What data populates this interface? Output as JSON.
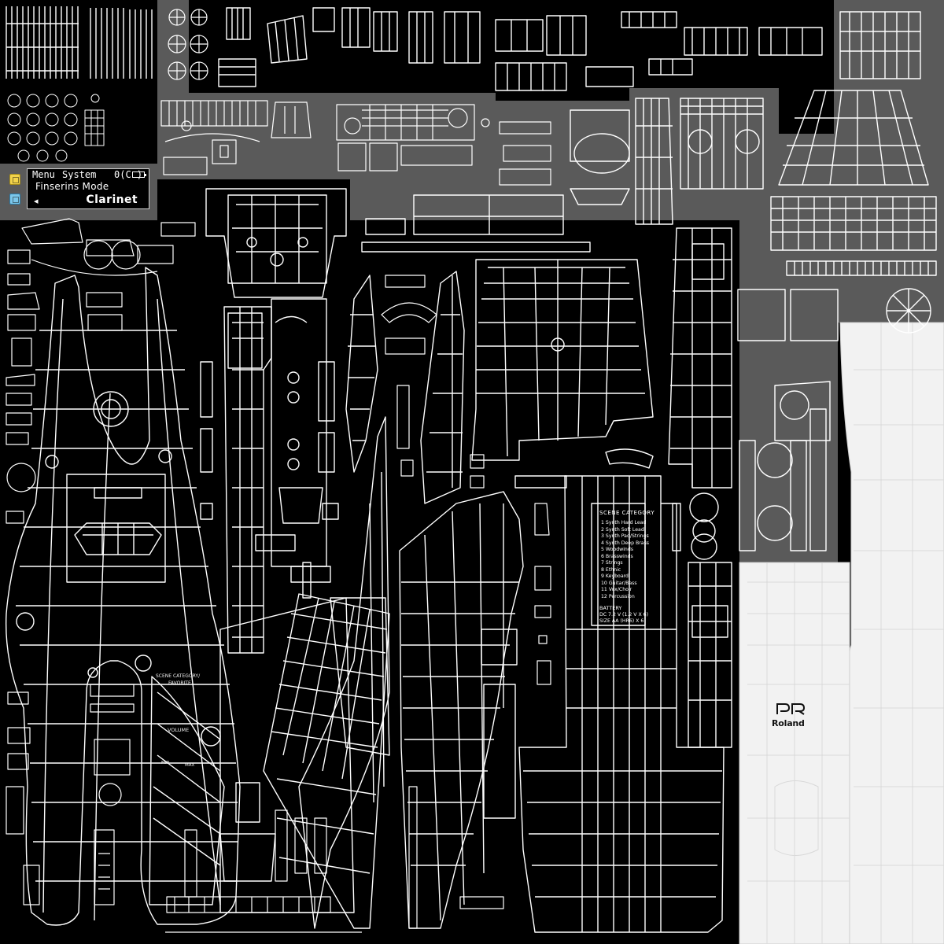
{
  "colors": {
    "background": "#000000",
    "wire": "#ffffff",
    "panel_gray": "#5a5a5a",
    "light_panel": "#f2f2f2",
    "icon_yellow": "#f2d34b",
    "icon_blue": "#7cc7ea"
  },
  "icons": {
    "side_icon_1": "yellow-square-icon",
    "side_icon_2": "blue-square-icon",
    "battery": "battery-icon",
    "arrow": "left-arrow-icon",
    "brand": "roland-logo-icon"
  },
  "lcd": {
    "menu": "Menu",
    "system": "System",
    "status": "0(C )",
    "mode": "Finserins Mode",
    "arrow": "◂",
    "instrument": "Clarinet"
  },
  "panel": {
    "scene_title": "SCENE CATEGORY",
    "scene_items": [
      "1 Synth Hard Lead",
      "2 Synth Soft Lead",
      "3 Synth Pad/Strings",
      "4 Synth Deep Brass",
      "5 Woodwinds",
      "6 Brasswinds",
      "7 Strings",
      "8 Ethnic",
      "9 Keyboard",
      "10 Guitar/Bass",
      "11 Vox/Choir",
      "12 Percussion"
    ],
    "battery_title": "BATTERY",
    "battery_spec": "DC 7.2 V (1.2 V X 6)",
    "battery_size": "SIZE AA (HR6) X 6",
    "favorite_title": "SCENE CATEGORY/",
    "favorite_sub": "FAVORITE",
    "volume_label": "VOLUME",
    "min_label": "MIN",
    "max_label": "MAX",
    "brand": "Roland"
  }
}
